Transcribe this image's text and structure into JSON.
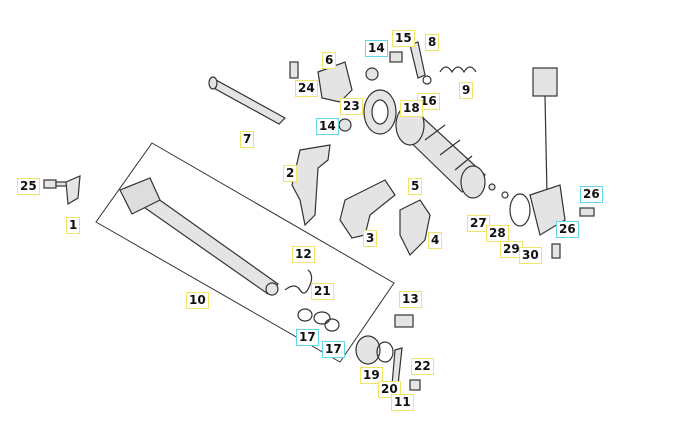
{
  "colors": {
    "callout_yellow": "#f2e46a",
    "callout_cyan": "#62d6e6",
    "part_line": "#333333",
    "part_fill": "#d9d9d9"
  },
  "callouts": [
    {
      "id": "25",
      "style": "yellow"
    },
    {
      "id": "1",
      "style": "yellow"
    },
    {
      "id": "10",
      "style": "yellow"
    },
    {
      "id": "7",
      "style": "yellow"
    },
    {
      "id": "2",
      "style": "yellow"
    },
    {
      "id": "3",
      "style": "yellow"
    },
    {
      "id": "4",
      "style": "yellow"
    },
    {
      "id": "5",
      "style": "yellow"
    },
    {
      "id": "6",
      "style": "yellow"
    },
    {
      "id": "24",
      "style": "yellow"
    },
    {
      "id": "14",
      "style": "cyan"
    },
    {
      "id": "15",
      "style": "yellow"
    },
    {
      "id": "8",
      "style": "yellow"
    },
    {
      "id": "9",
      "style": "yellow"
    },
    {
      "id": "16",
      "style": "yellow"
    },
    {
      "id": "23",
      "style": "yellow"
    },
    {
      "id": "18",
      "style": "yellow"
    },
    {
      "id": "14",
      "style": "cyan"
    },
    {
      "id": "12",
      "style": "yellow"
    },
    {
      "id": "21",
      "style": "yellow"
    },
    {
      "id": "17",
      "style": "cyan"
    },
    {
      "id": "17",
      "style": "cyan"
    },
    {
      "id": "13",
      "style": "yellow"
    },
    {
      "id": "19",
      "style": "yellow"
    },
    {
      "id": "20",
      "style": "yellow"
    },
    {
      "id": "11",
      "style": "yellow"
    },
    {
      "id": "22",
      "style": "yellow"
    },
    {
      "id": "27",
      "style": "yellow"
    },
    {
      "id": "28",
      "style": "yellow"
    },
    {
      "id": "29",
      "style": "yellow"
    },
    {
      "id": "30",
      "style": "yellow"
    },
    {
      "id": "26",
      "style": "cyan"
    },
    {
      "id": "26",
      "style": "cyan"
    }
  ]
}
